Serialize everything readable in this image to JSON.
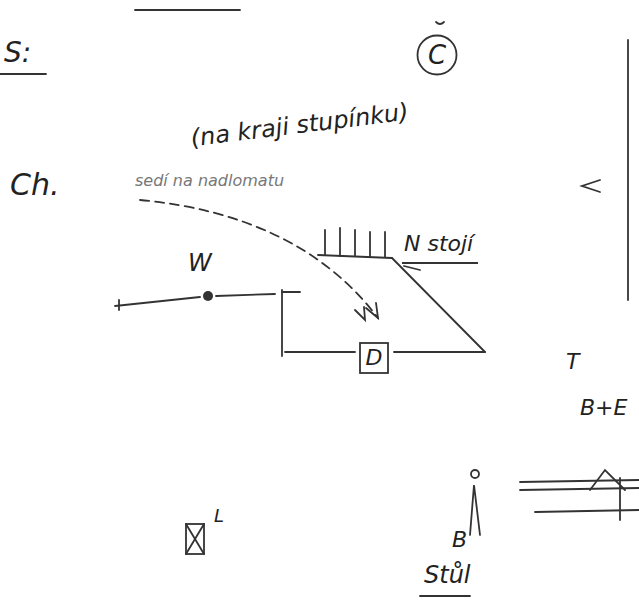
{
  "diagram": {
    "nodes": [
      {
        "text": [
          "C"
        ]
      },
      {
        "text": [
          "D"
        ]
      }
    ],
    "labels": [
      "S:",
      "(na kraji stupínku)",
      "Ch.",
      "sedí na nadlomatu",
      "W",
      "N stojí",
      "T",
      "B+E",
      "B",
      "Stůl",
      "L"
    ]
  }
}
